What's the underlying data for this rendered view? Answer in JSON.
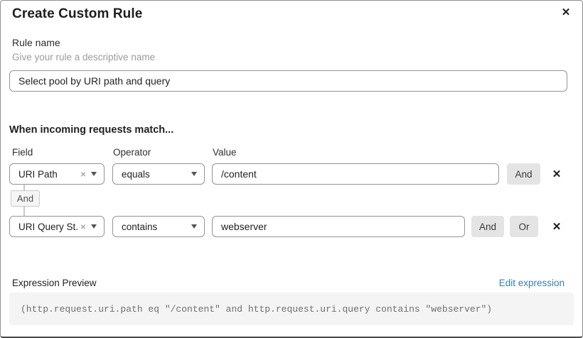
{
  "dialog": {
    "title": "Create Custom Rule",
    "close_icon": "✕"
  },
  "rule_name": {
    "label": "Rule name",
    "hint": "Give your rule a descriptive name",
    "value": "Select pool by URI path and query"
  },
  "match_section": {
    "heading": "When incoming requests match...",
    "columns": {
      "field": "Field",
      "operator": "Operator",
      "value": "Value"
    },
    "rows": [
      {
        "field": "URI Path",
        "operator": "equals",
        "value": "/content"
      },
      {
        "field": "URI Query St...",
        "operator": "contains",
        "value": "webserver"
      }
    ],
    "connector_label": "And",
    "and_label": "And",
    "or_label": "Or",
    "remove_icon": "✕",
    "clear_icon": "×"
  },
  "expression": {
    "label": "Expression Preview",
    "edit_link": "Edit expression",
    "code": "(http.request.uri.path eq \"/content\" and http.request.uri.query contains \"webserver\")"
  },
  "colors": {
    "link_blue": "#2f7fb8",
    "button_gray": "#e4e4e4",
    "code_background": "#f4f4f4",
    "border_gray": "#949494"
  }
}
